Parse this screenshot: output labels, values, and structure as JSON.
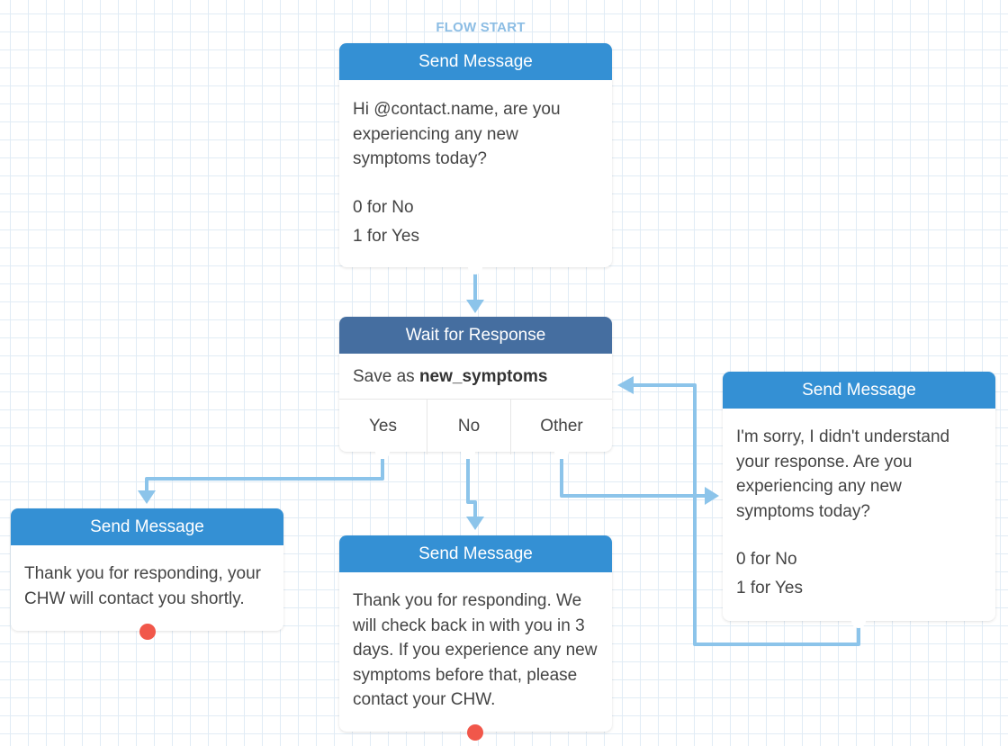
{
  "flow_start_label": "FLOW START",
  "colors": {
    "message_header": "#3490d4",
    "wait_header": "#456ea0",
    "link": "#8cc4ea",
    "end_dot": "#f1574a",
    "flow_start": "#8cbde4"
  },
  "nodes": {
    "start_message": {
      "title": "Send Message",
      "text": "Hi @contact.name, are you experiencing any new symptoms today?",
      "options": [
        "0 for No",
        "1 for Yes"
      ]
    },
    "wait": {
      "title": "Wait for Response",
      "save_prefix": "Save as ",
      "save_var": "new_symptoms",
      "categories": [
        "Yes",
        "No",
        "Other"
      ]
    },
    "yes_message": {
      "title": "Send Message",
      "text": "Thank you for responding, your CHW will contact you shortly."
    },
    "no_message": {
      "title": "Send Message",
      "text": "Thank you for responding. We will check back in with you in 3 days. If you experience any new symptoms before that, please contact your CHW."
    },
    "other_message": {
      "title": "Send Message",
      "text": "I'm sorry, I didn't understand your response. Are you experiencing any new symptoms today?",
      "options": [
        "0 for No",
        "1 for Yes"
      ]
    }
  }
}
